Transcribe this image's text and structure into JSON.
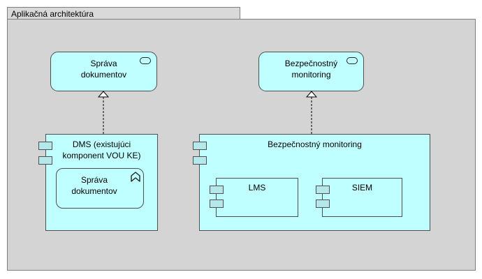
{
  "group": {
    "title": "Aplikačná architektúra"
  },
  "services": [
    {
      "label": "Správa\ndokumentov",
      "icon": "application-service-icon"
    },
    {
      "label": "Bezpečnostný\nmonitoring",
      "icon": "application-service-icon"
    }
  ],
  "components": [
    {
      "label": "DMS (existujúci\nkomponent VOU KE)",
      "icon": "component-icon"
    },
    {
      "label": "Bezpečnostný monitoring",
      "icon": "component-icon"
    }
  ],
  "function": {
    "label": "Správa\ndokumentov",
    "icon": "application-function-icon"
  },
  "sub_components": [
    {
      "label": "LMS"
    },
    {
      "label": "SIEM"
    }
  ],
  "relations": [
    {
      "type": "realization",
      "from": "DMS (existujúci komponent VOU KE)",
      "to": "Správa dokumentov"
    },
    {
      "type": "realization",
      "from": "Bezpečnostný monitoring",
      "to": "Bezpečnostný monitoring"
    }
  ],
  "colors": {
    "element_fill": "#c0ffff",
    "group_fill": "#d4d4d4",
    "border": "#4f4f4f"
  }
}
